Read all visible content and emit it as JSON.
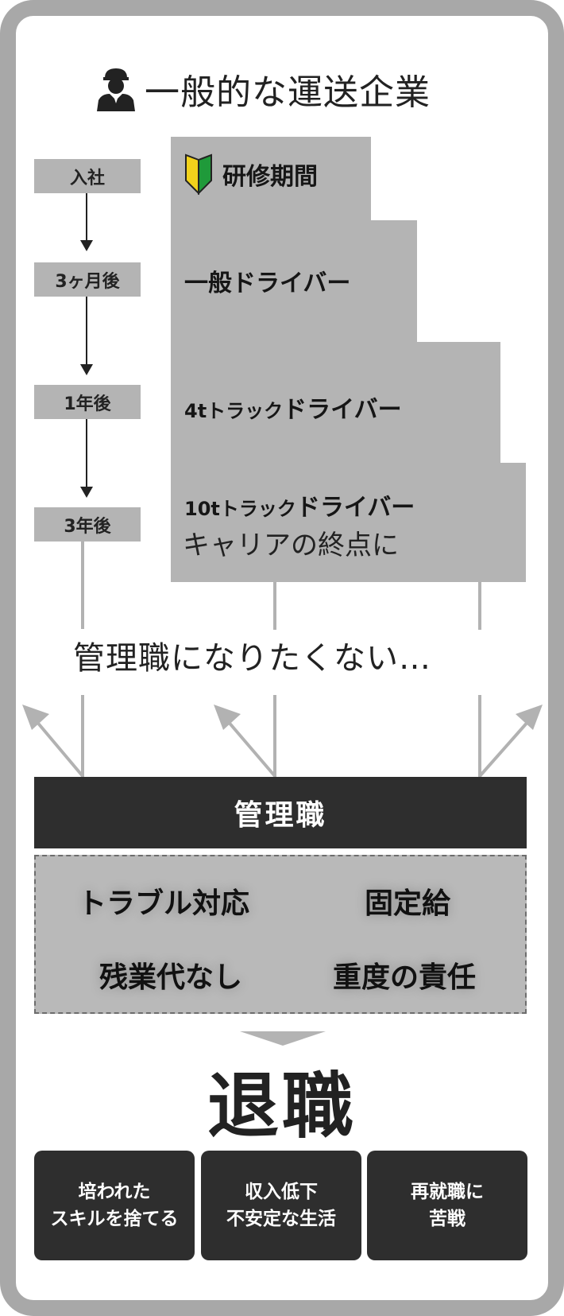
{
  "title": "一般的な運送企業",
  "timeline": [
    "入社",
    "3ヶ月後",
    "1年後",
    "3年後"
  ],
  "steps": {
    "training": "研修期間",
    "general": "一般ドライバー",
    "truck4_prefix": "4tトラック",
    "truck4_suffix": "ドライバー",
    "truck10_prefix": "10tトラック",
    "truck10_suffix": "ドライバー",
    "career_end": "キャリアの終点に"
  },
  "bubble": "管理職になりたくない…",
  "manager": "管理職",
  "burdens": [
    "トラブル対応",
    "固定給",
    "残業代なし",
    "重度の責任"
  ],
  "retire": "退職",
  "results": [
    [
      "培われた",
      "スキルを捨てる"
    ],
    [
      "収入低下",
      "不安定な生活"
    ],
    [
      "再就職に",
      "苦戦"
    ]
  ],
  "colors": {
    "frame": "#a8a8a8",
    "step_fill": "#b4b4b4",
    "dark": "#2e2e2e",
    "beginner_mark_green": "#1f9a3a",
    "beginner_mark_yellow": "#f2d21b"
  },
  "icons": [
    "driver-icon",
    "beginner-mark-icon"
  ]
}
